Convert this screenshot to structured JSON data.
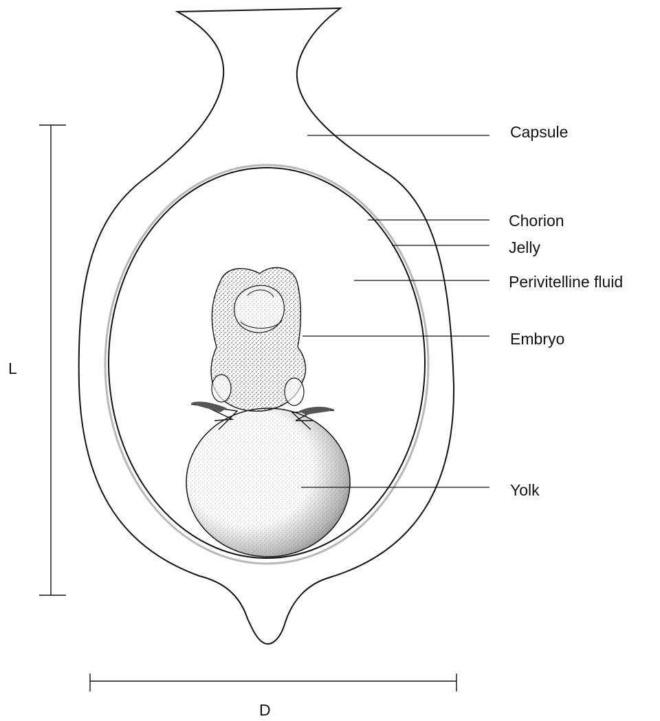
{
  "labels": {
    "capsule": "Capsule",
    "chorion": "Chorion",
    "jelly": "Jelly",
    "perivitelline": "Perivitelline fluid",
    "embryo": "Embryo",
    "yolk": "Yolk",
    "length": "L",
    "diameter": "D"
  },
  "colors": {
    "stroke": "#111111",
    "jelly_stroke": "#b8b8b8",
    "stipple": "#222222"
  }
}
